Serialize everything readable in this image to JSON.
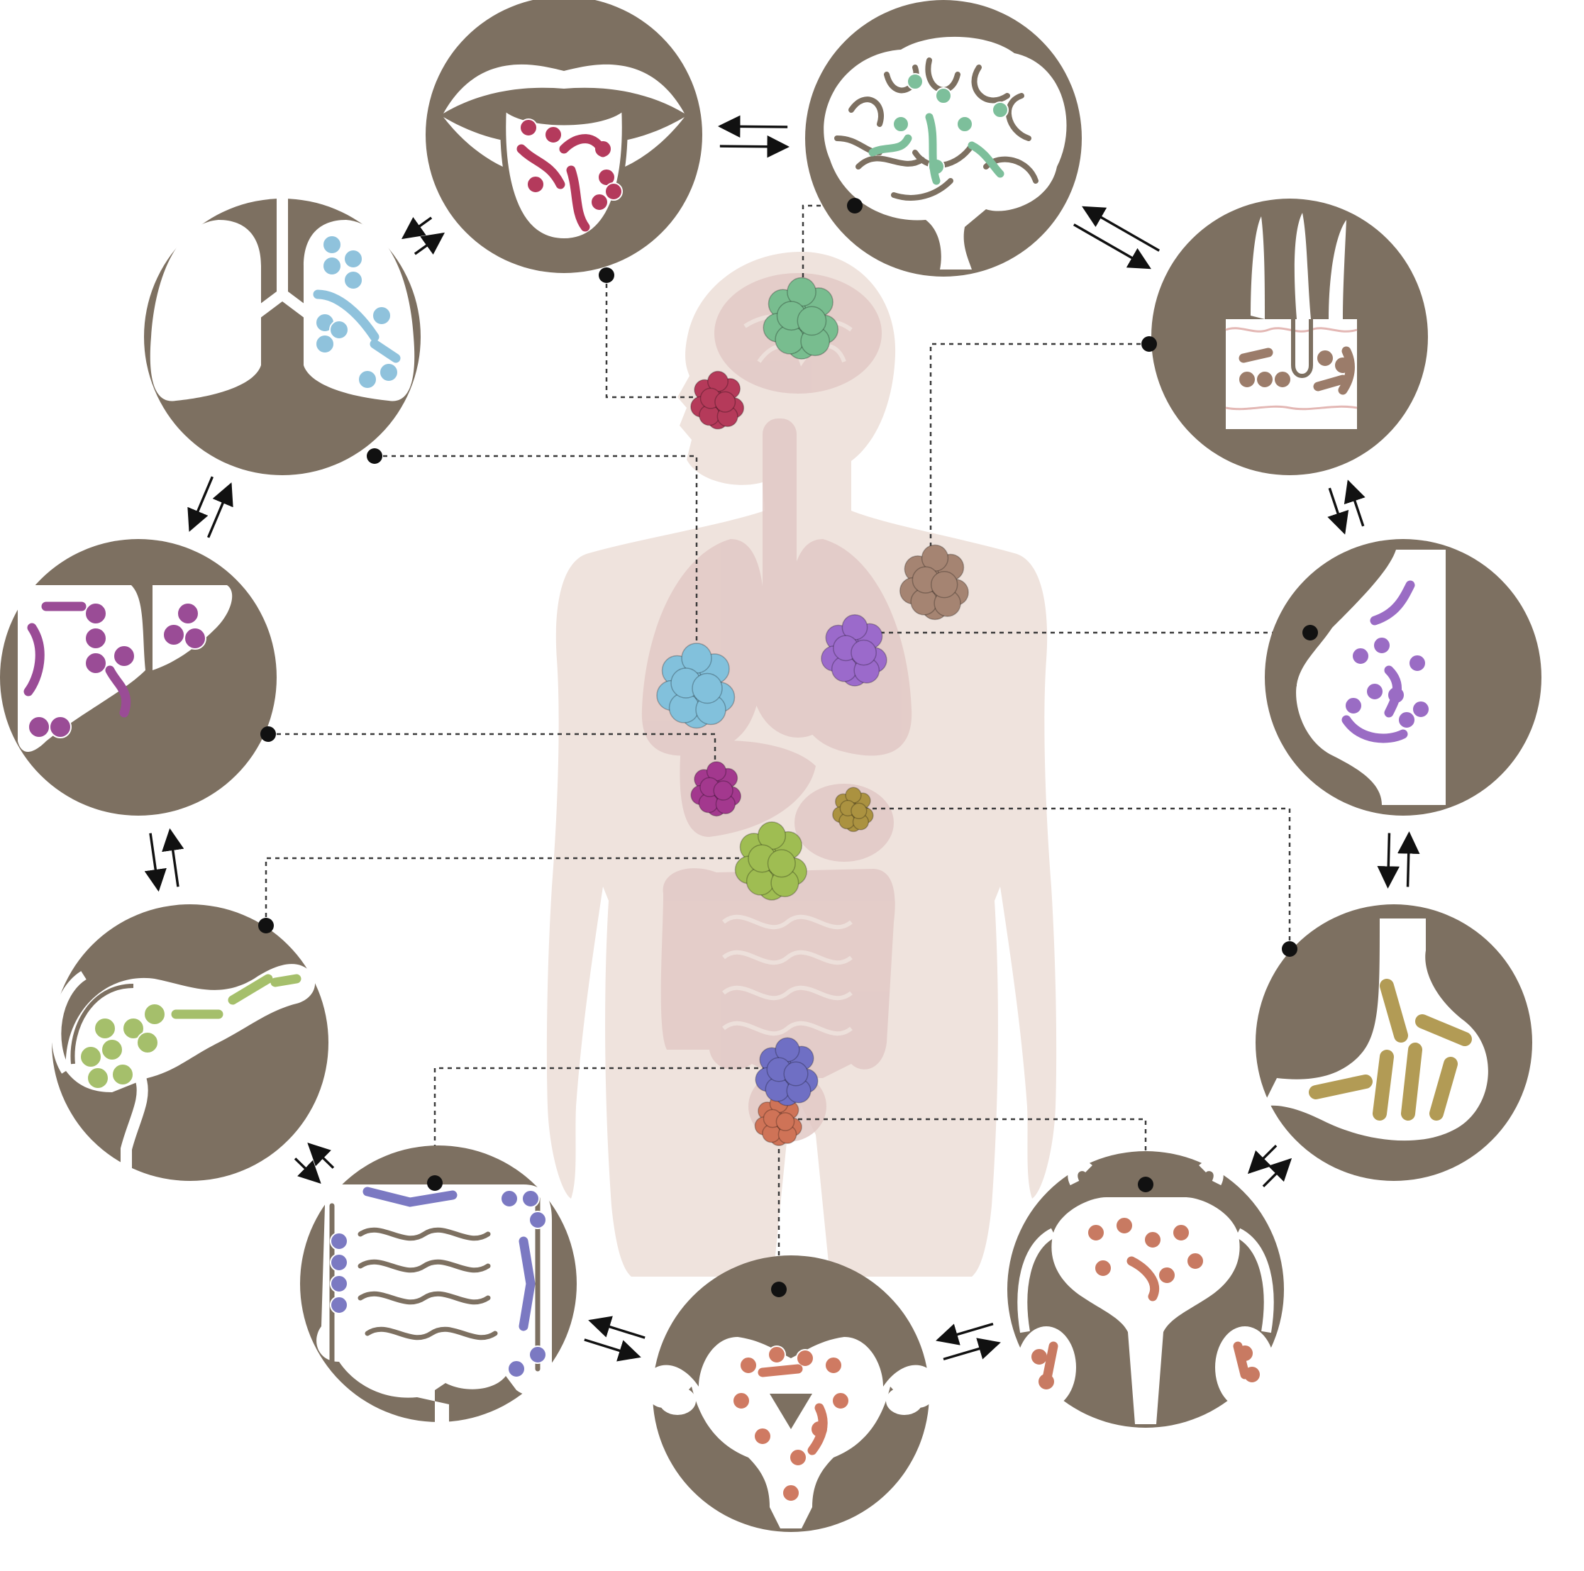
{
  "colors": {
    "disc": "#7d7061",
    "organ_fill": "#ffffff",
    "body_fill": "#efe3dd",
    "body_organs": "#e2c9c6",
    "connector": "#3a3a3a",
    "arrow": "#111111"
  },
  "nodes": [
    {
      "id": "oral",
      "organ": "mouth-tongue",
      "microbe_color": "#b43a5c",
      "tumor_color": "#b53a5a"
    },
    {
      "id": "brain",
      "organ": "brain",
      "microbe_color": "#7dbf9b",
      "tumor_color": "#78bd8f"
    },
    {
      "id": "skin",
      "organ": "skin-hair-follicle",
      "microbe_color": "#9b7c6a",
      "tumor_color": "#a58472"
    },
    {
      "id": "breast",
      "organ": "breast",
      "microbe_color": "#9a6cc4",
      "tumor_color": "#9b6acb"
    },
    {
      "id": "stomach",
      "organ": "stomach",
      "microbe_color": "#b29b55",
      "tumor_color": "#ab9240"
    },
    {
      "id": "prostate",
      "organ": "prostate-testes",
      "microbe_color": "#c87a62",
      "tumor_color": "#cf7357"
    },
    {
      "id": "uterus",
      "organ": "uterus-ovaries",
      "microbe_color": "#cf7a62",
      "tumor_color": "#cf7357"
    },
    {
      "id": "colon",
      "organ": "colon-intestine",
      "microbe_color": "#7b79c2",
      "tumor_color": "#6f6fc4"
    },
    {
      "id": "pancreas",
      "organ": "pancreas-gallbladder",
      "microbe_color": "#a5bf6b",
      "tumor_color": "#9fbd52"
    },
    {
      "id": "liver",
      "organ": "liver",
      "microbe_color": "#9a4c96",
      "tumor_color": "#a3388e"
    },
    {
      "id": "lung",
      "organ": "lungs",
      "microbe_color": "#8fc2dc",
      "tumor_color": "#82c1dc"
    }
  ]
}
